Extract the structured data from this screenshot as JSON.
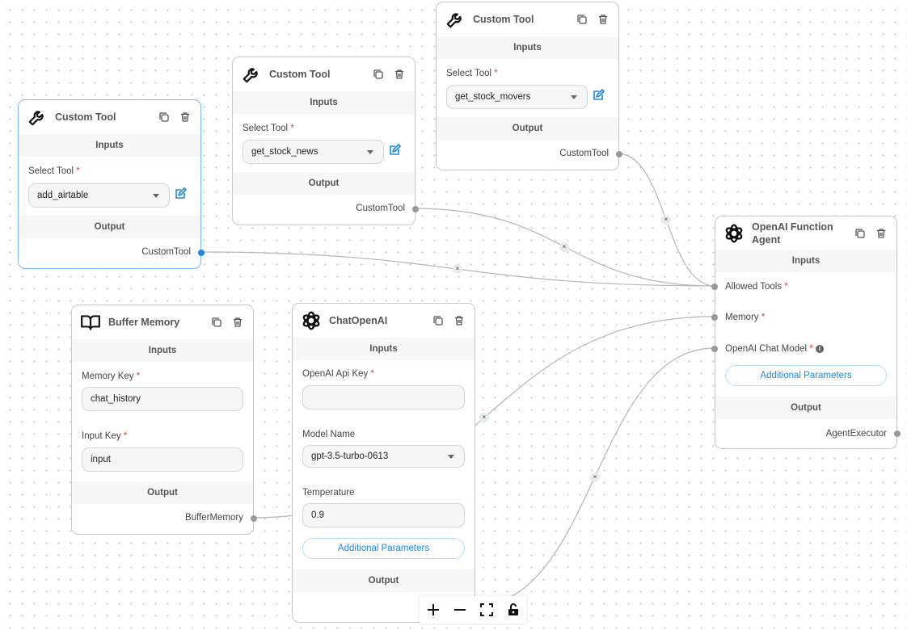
{
  "custom_tools": [
    {
      "title": "Custom Tool",
      "inputs_label": "Inputs",
      "select_label": "Select Tool",
      "required": "*",
      "selected_tool": "add_airtable",
      "output_label": "Output",
      "output_name": "CustomTool"
    },
    {
      "title": "Custom Tool",
      "inputs_label": "Inputs",
      "select_label": "Select Tool",
      "required": "*",
      "selected_tool": "get_stock_news",
      "output_label": "Output",
      "output_name": "CustomTool"
    },
    {
      "title": "Custom Tool",
      "inputs_label": "Inputs",
      "select_label": "Select Tool",
      "required": "*",
      "selected_tool": "get_stock_movers",
      "output_label": "Output",
      "output_name": "CustomTool"
    }
  ],
  "agent": {
    "title_line1": "OpenAI Function",
    "title_line2": "Agent",
    "inputs_label": "Inputs",
    "allowed_tools": "Allowed Tools",
    "memory": "Memory",
    "chat_model": "OpenAI Chat Model",
    "required": "*",
    "additional": "Additional Parameters",
    "output_label": "Output",
    "output_name": "AgentExecutor"
  },
  "buffer_memory": {
    "title": "Buffer Memory",
    "inputs_label": "Inputs",
    "memory_key_label": "Memory Key",
    "memory_key": "chat_history",
    "input_key_label": "Input Key",
    "input_key": "input",
    "required": "*",
    "output_label": "Output",
    "output_name": "BufferMemory"
  },
  "chat_openai": {
    "title": "ChatOpenAI",
    "inputs_label": "Inputs",
    "api_key_label": "OpenAI Api Key",
    "api_key": "",
    "model_label": "Model Name",
    "model": "gpt-3.5-turbo-0613",
    "temp_label": "Temperature",
    "temperature": "0.9",
    "required": "*",
    "additional": "Additional Parameters",
    "output_label": "Output"
  },
  "edge_marker": "×",
  "colors": {
    "accent": "#1e88e5",
    "selected_border": "#7bb8f0",
    "required": "#e53935"
  }
}
